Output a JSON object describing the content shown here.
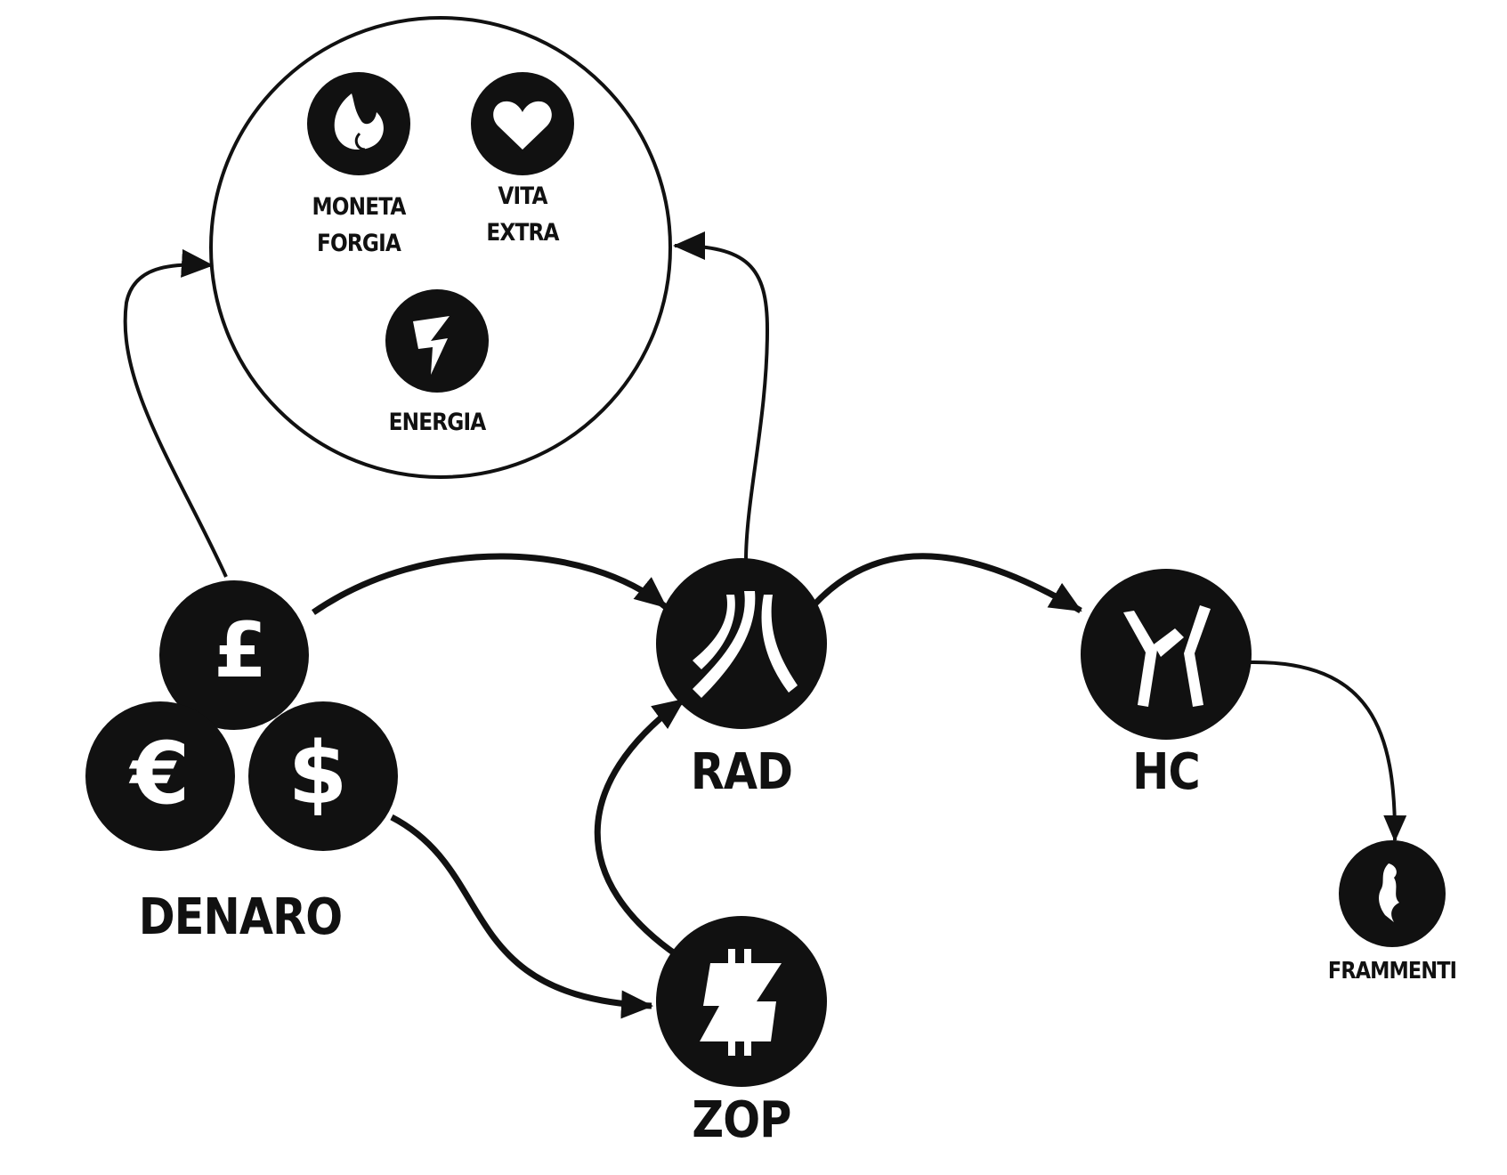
{
  "nodes": {
    "denaro": {
      "label": "DENARO",
      "symbols": [
        "£",
        "€",
        "$"
      ]
    },
    "rad": {
      "label": "RAD",
      "icon": "rad-icon"
    },
    "zop": {
      "label": "ZOP",
      "icon": "zop-icon"
    },
    "hc": {
      "label": "HC",
      "icon": "hc-icon"
    },
    "frammenti": {
      "label": "FRAMMENTI",
      "icon": "frammenti-icon"
    }
  },
  "group": {
    "items": [
      {
        "line1": "MONETA",
        "line2": "FORGIA",
        "icon": "flame-icon"
      },
      {
        "line1": "VITA",
        "line2": "EXTRA",
        "icon": "heart-icon"
      },
      {
        "line1": "ENERGIA",
        "icon": "lightning-icon"
      }
    ]
  },
  "edges": [
    {
      "from": "DENARO",
      "to": "group"
    },
    {
      "from": "RAD",
      "to": "group"
    },
    {
      "from": "DENARO",
      "to": "RAD"
    },
    {
      "from": "DENARO",
      "to": "ZOP"
    },
    {
      "from": "ZOP",
      "to": "RAD"
    },
    {
      "from": "RAD",
      "to": "HC"
    },
    {
      "from": "HC",
      "to": "FRAMMENTI"
    }
  ],
  "colors": {
    "ink": "#111111",
    "background": "#ffffff"
  }
}
